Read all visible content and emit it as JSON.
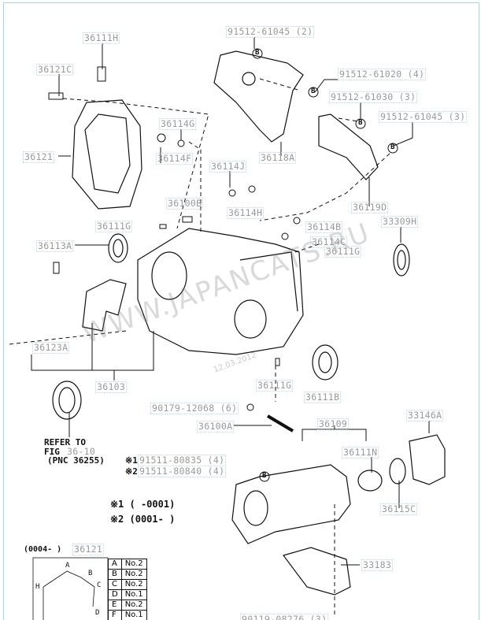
{
  "labels": {
    "p91512_61045_2": "91512-61045 (2)",
    "p36111H": "36111H",
    "p36121C": "36121C",
    "p91512_61020_4": "91512-61020 (4)",
    "p91512_61030_3": "91512-61030 (3)",
    "p91512_61045_3": "91512-61045 (3)",
    "p36114G": "36114G",
    "p36121": "36121",
    "p36114F": "36114F",
    "p36118A": "36118A",
    "p36114J": "36114J",
    "p36100B": "36100B",
    "p36114H": "36114H",
    "p36119D": "36119D",
    "p33309H": "33309H",
    "p36111G": "36111G",
    "p36114B": "36114B",
    "p36113A": "36113A",
    "p36114C": "36114C",
    "p36123A": "36123A",
    "p36103": "36103",
    "p36111B": "36111B",
    "p90179_12068_6": "90179-12068 (6)",
    "p36100A": "36100A",
    "p36109": "36109",
    "p33146A": "33146A",
    "p36111N": "36111N",
    "p91511_80835_4": "91511-80835 (4)",
    "p91511_80840_4": "91511-80840 (4)",
    "p36115C": "36115C",
    "p33183": "33183",
    "p90119_08276_3": "90119-08276 (3)",
    "p36121_inset": "36121"
  },
  "notes": {
    "refer_line1": "REFER TO",
    "refer_fig": "FIG",
    "refer_fig_link": "36-10",
    "refer_pnc": "(PNC 36255)",
    "mark1": "※1",
    "mark2": "※2",
    "range1": "※1 (      -0001)",
    "range2": "※2 (0001-      )",
    "inset_range": "(0004-     )",
    "bolt_marker": "B"
  },
  "inset_table": [
    {
      "pos": "A",
      "type": "No.2"
    },
    {
      "pos": "B",
      "type": "No.2"
    },
    {
      "pos": "C",
      "type": "No.2"
    },
    {
      "pos": "D",
      "type": "No.1"
    },
    {
      "pos": "E",
      "type": "No.2"
    },
    {
      "pos": "F",
      "type": "No.1"
    }
  ],
  "inset_points": {
    "a": "A",
    "b": "B",
    "c": "C",
    "d": "D",
    "h": "H"
  },
  "watermark": "WWW.JAPANCATS.RU",
  "watermark_date": "12.03.2012",
  "colors": {
    "label_text": "#9a9a9a",
    "label_border": "#bcd7e6",
    "frame": "#a9d3e8",
    "line": "#111111"
  }
}
